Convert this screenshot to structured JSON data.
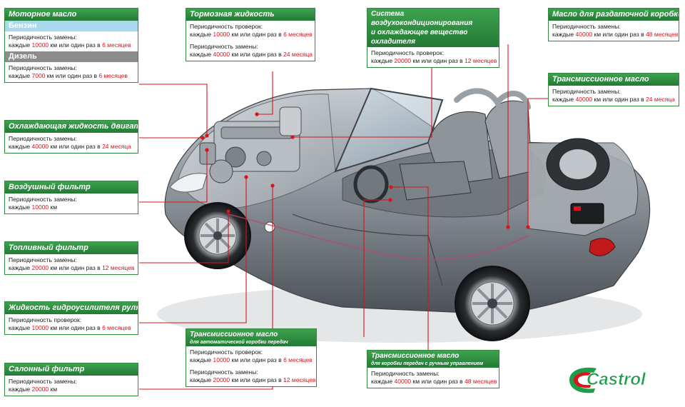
{
  "common": {
    "interval_replace": "Периодичность замены:",
    "interval_check": "Периодичность проверок:",
    "every": "каждые",
    "km_or_once": "км или один раз в",
    "km": "км"
  },
  "boxes": {
    "engine_oil": {
      "title": "Моторное масло",
      "petrol_label": "Бензин",
      "diesel_label": "Дизель",
      "petrol": {
        "km": "10000",
        "months": "6 месяцев"
      },
      "diesel": {
        "km": "7000",
        "months": "6 месяцев"
      }
    },
    "coolant": {
      "title": "Охлаждающая жидкость двигателя",
      "km": "40000",
      "months": "24 месяца"
    },
    "air_filter": {
      "title": "Воздушный фильтр",
      "km": "10000"
    },
    "fuel_filter": {
      "title": "Топливный фильтр",
      "km": "20000",
      "months": "12 месяцев"
    },
    "power_steering": {
      "title": "Жидкость гидроусилителя руля",
      "km": "10000",
      "months": "6 месяцев"
    },
    "cabin_filter": {
      "title": "Салонный фильтр",
      "km": "20000"
    },
    "brake_fluid": {
      "title": "Тормозная жидкость",
      "check": {
        "km": "10000",
        "months": "6 месяцев"
      },
      "replace": {
        "km": "40000",
        "months": "24 месяца"
      }
    },
    "air_conditioning": {
      "title_line1": "Система воздухокондиционирования",
      "title_line2": "и охлаждающее вещество охладителя",
      "check": {
        "km": "20000",
        "months": "12 месяцев"
      }
    },
    "transfer_case_oil": {
      "title": "Масло для раздаточной коробки",
      "km": "40000",
      "months": "48 месяцев"
    },
    "transmission_oil": {
      "title": "Трансмиссионное масло",
      "km": "40000",
      "months": "24 месяца"
    },
    "auto_transmission_oil": {
      "title": "Трансмиссионное масло",
      "subtitle": "для автоматической коробки передач",
      "check": {
        "km": "10000",
        "months": "6 месяцев"
      },
      "replace": {
        "km": "20000",
        "months": "12 месяцев"
      }
    },
    "manual_transmission_oil": {
      "title": "Трансмиссионное масло",
      "subtitle": "для коробки передач с ручным управлением",
      "replace": {
        "km": "40000",
        "months": "48 месяцев"
      }
    }
  },
  "logo": {
    "text": "Castrol"
  },
  "colors": {
    "header_green": "#2f8a3e",
    "leader_red": "#d8141c",
    "value_red": "#d8141c",
    "petrol_band": "#a9d9ee",
    "diesel_band": "#8c8c8c",
    "car_body": "#8e959c"
  }
}
